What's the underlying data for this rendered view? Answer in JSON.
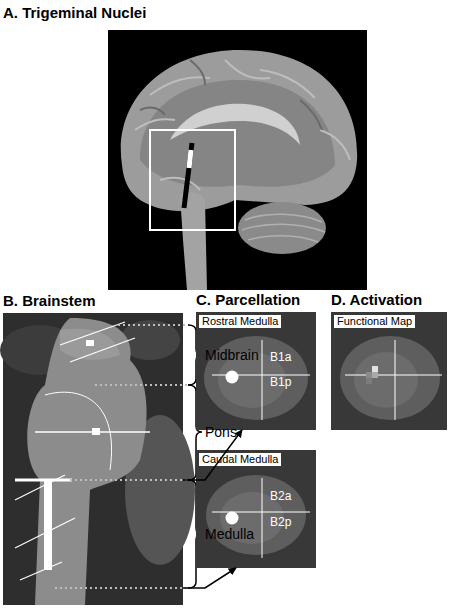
{
  "diagram": {
    "nodes": [
      {
        "text": [
          "A. Trigeminal Nuclei"
        ]
      },
      {
        "text": [
          "B. Brainstem"
        ]
      },
      {
        "text": [
          "Rostral Medulla",
          "B1a",
          "B1p"
        ]
      },
      {
        "text": [
          "Functional Map"
        ]
      },
      {
        "text": [
          "Caudal Medulla",
          "B2a",
          "B2p"
        ]
      }
    ],
    "edges": [
      {
        "from": 1,
        "to": 2,
        "arrow": "to"
      },
      {
        "from": 1,
        "to": 4,
        "arrow": "to"
      }
    ],
    "labels": [
      "C. Parcellation",
      "D. Activation",
      "Midbrain",
      "Pons",
      "Medulla"
    ]
  }
}
